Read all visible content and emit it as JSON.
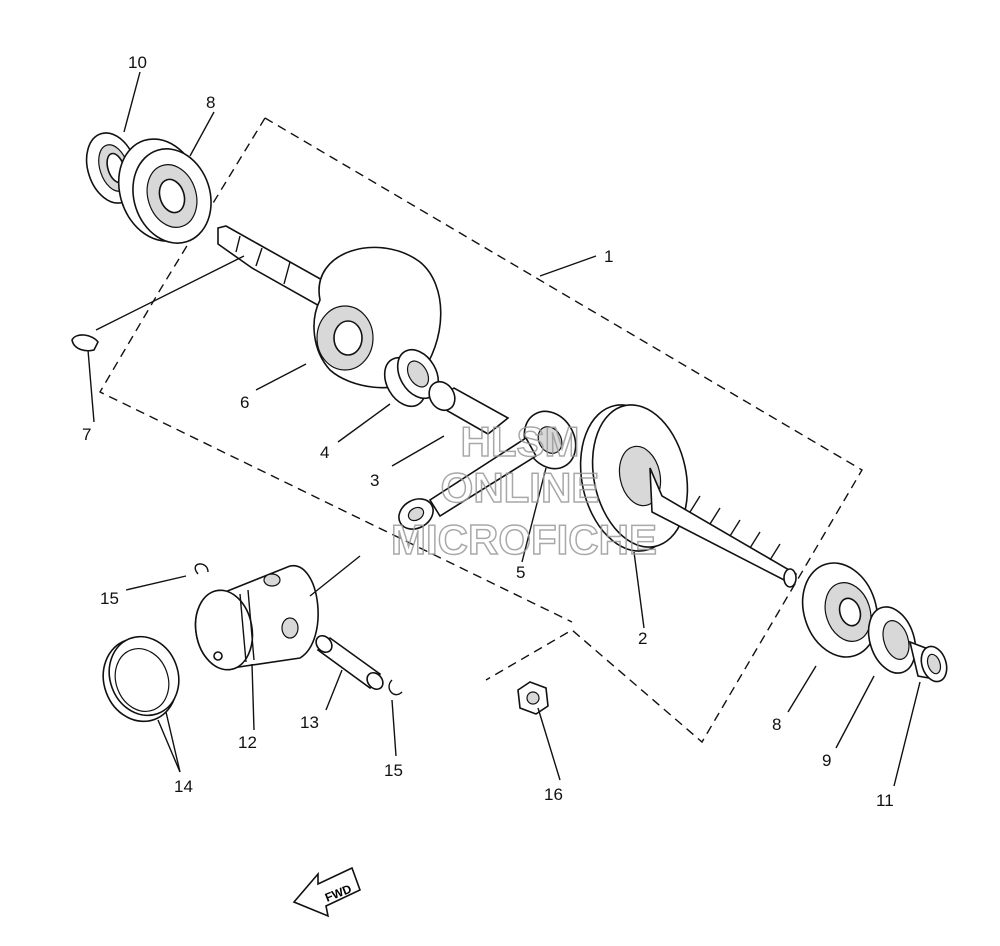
{
  "callouts": {
    "c1": "1",
    "c2": "2",
    "c3": "3",
    "c4": "4",
    "c5": "5",
    "c6": "6",
    "c7": "7",
    "c8a": "8",
    "c8b": "8",
    "c9": "9",
    "c10": "10",
    "c11": "11",
    "c12": "12",
    "c13": "13",
    "c14": "14",
    "c15a": "15",
    "c15b": "15",
    "c16": "16"
  },
  "watermark": {
    "line1": "HLSM",
    "line2": "ONLINE",
    "line3": "MICROFICHE"
  },
  "fwd_label": "FWD"
}
